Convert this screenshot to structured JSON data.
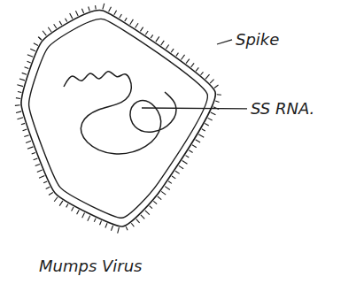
{
  "diagram": {
    "caption": "Mumps Virus",
    "labels": [
      "Spike",
      "SS RNA."
    ]
  }
}
